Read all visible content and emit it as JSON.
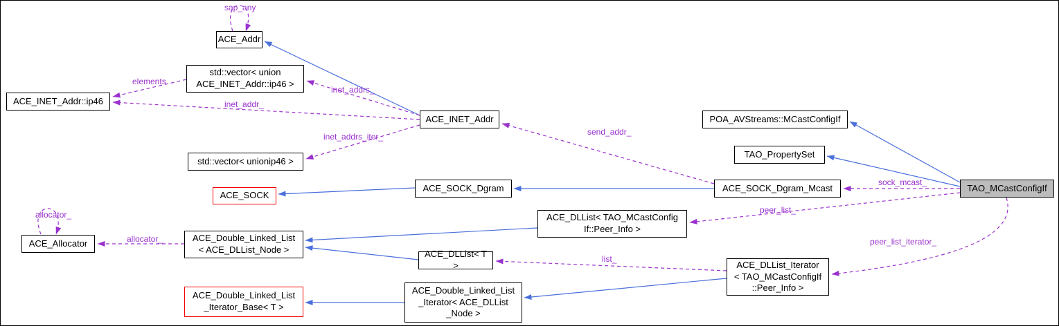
{
  "diagram": {
    "type": "collaboration-graph",
    "colors": {
      "inheritance_edge": "#4a6fdb",
      "usage_edge": "#9a32cd",
      "node_fill": "#ffffff",
      "node_border": "#000000",
      "focus_node_fill": "#bcbcbc",
      "truncated_node_border": "#f40000"
    },
    "nodes": [
      {
        "id": "ace-addr",
        "label": "ACE_Addr"
      },
      {
        "id": "vector-union-ip46",
        "label": "std::vector< union\nACE_INET_Addr::ip46 >"
      },
      {
        "id": "ace-inet-addr-ip46",
        "label": "ACE_INET_Addr::ip46"
      },
      {
        "id": "ace-inet-addr",
        "label": "ACE_INET_Addr"
      },
      {
        "id": "poa-avstreams-mcastconfigif",
        "label": "POA_AVStreams::MCastConfigIf"
      },
      {
        "id": "tao-propertyset",
        "label": "TAO_PropertySet"
      },
      {
        "id": "vector-unionip46",
        "label": "std::vector< unionip46 >"
      },
      {
        "id": "ace-sock",
        "label": "ACE_SOCK"
      },
      {
        "id": "ace-sock-dgram",
        "label": "ACE_SOCK_Dgram"
      },
      {
        "id": "ace-sock-dgram-mcast",
        "label": "ACE_SOCK_Dgram_Mcast"
      },
      {
        "id": "tao-mcastconfigif",
        "label": "TAO_MCastConfigIf"
      },
      {
        "id": "ace-dllist-peer-info",
        "label": "ACE_DLList< TAO_MCastConfig\nIf::Peer_Info >"
      },
      {
        "id": "ace-allocator",
        "label": "ACE_Allocator"
      },
      {
        "id": "ace-double-linked-list",
        "label": "ACE_Double_Linked_List\n< ACE_DLList_Node >"
      },
      {
        "id": "ace-dllist-t",
        "label": "ACE_DLList< T >"
      },
      {
        "id": "ace-dllist-iterator",
        "label": "ACE_DLList_Iterator\n< TAO_MCastConfigIf\n::Peer_Info >"
      },
      {
        "id": "ace-dll-iterator-base",
        "label": "ACE_Double_Linked_List\n_Iterator_Base< T >"
      },
      {
        "id": "ace-dll-iterator-node",
        "label": "ACE_Double_Linked_List\n_Iterator< ACE_DLList\n_Node >"
      }
    ],
    "edges": [
      {
        "type": "usage",
        "label": "sap_any",
        "from": "ace-addr",
        "to": "ace-addr"
      },
      {
        "type": "usage",
        "label": "elements",
        "from": "vector-union-ip46",
        "to": "ace-inet-addr-ip46"
      },
      {
        "type": "usage",
        "label": "inet_addrs_",
        "from": "ace-inet-addr",
        "to": "vector-union-ip46"
      },
      {
        "type": "usage",
        "label": "inet_addr_",
        "from": "ace-inet-addr",
        "to": "ace-inet-addr-ip46"
      },
      {
        "type": "usage",
        "label": "inet_addrs_iter_",
        "from": "ace-inet-addr",
        "to": "vector-unionip46"
      },
      {
        "type": "usage",
        "label": "send_addr_",
        "from": "ace-sock-dgram-mcast",
        "to": "ace-inet-addr"
      },
      {
        "type": "usage",
        "label": "sock_mcast_",
        "from": "tao-mcastconfigif",
        "to": "ace-sock-dgram-mcast"
      },
      {
        "type": "usage",
        "label": "peer_list_",
        "from": "tao-mcastconfigif",
        "to": "ace-dllist-peer-info"
      },
      {
        "type": "usage",
        "label": "allocator_",
        "from": "ace-allocator",
        "to": "ace-allocator"
      },
      {
        "type": "usage",
        "label": "allocator_",
        "from": "ace-double-linked-list",
        "to": "ace-allocator"
      },
      {
        "type": "usage",
        "label": "list_",
        "from": "ace-dllist-iterator",
        "to": "ace-dllist-t"
      },
      {
        "type": "usage",
        "label": "peer_list_iterator_",
        "from": "tao-mcastconfigif",
        "to": "ace-dllist-iterator"
      },
      {
        "type": "inheritance",
        "label": "",
        "from": "ace-inet-addr",
        "to": "ace-addr"
      },
      {
        "type": "inheritance",
        "label": "",
        "from": "ace-sock-dgram",
        "to": "ace-sock"
      },
      {
        "type": "inheritance",
        "label": "",
        "from": "ace-sock-dgram-mcast",
        "to": "ace-sock-dgram"
      },
      {
        "type": "inheritance",
        "label": "",
        "from": "tao-mcastconfigif",
        "to": "poa-avstreams-mcastconfigif"
      },
      {
        "type": "inheritance",
        "label": "",
        "from": "tao-mcastconfigif",
        "to": "tao-propertyset"
      },
      {
        "type": "inheritance",
        "label": "",
        "from": "ace-dllist-peer-info",
        "to": "ace-double-linked-list"
      },
      {
        "type": "inheritance",
        "label": "",
        "from": "ace-dllist-t",
        "to": "ace-double-linked-list"
      },
      {
        "type": "inheritance",
        "label": "",
        "from": "ace-dll-iterator-node",
        "to": "ace-dll-iterator-base"
      },
      {
        "type": "inheritance",
        "label": "",
        "from": "ace-dllist-iterator",
        "to": "ace-dll-iterator-node"
      }
    ]
  }
}
